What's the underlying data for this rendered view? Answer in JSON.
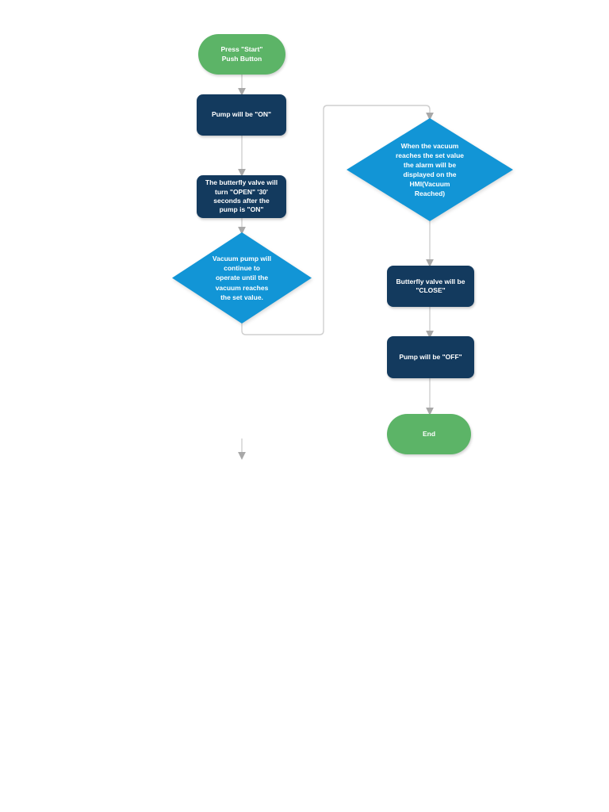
{
  "page": {
    "background": "#ffffff",
    "description": "Vacuum pump control flowchart"
  },
  "colors": {
    "terminator_green": "#5cb467",
    "process_navy": "#133a5e",
    "decision_blue": "#1295d6",
    "connector_gray": "#cfcfcf",
    "arrowhead_gray": "#a8a8a8",
    "node_text": "#ffffff"
  },
  "flowchart": {
    "nodes": {
      "start": {
        "type": "terminator",
        "label": "Press \"Start\"\nPush Button"
      },
      "pump_on": {
        "type": "process",
        "label": "Pump will be \"ON\""
      },
      "valve_open": {
        "type": "process",
        "label": "The butterfly valve will\nturn \"OPEN\" '30'\nseconds after the\npump is \"ON\""
      },
      "vacuum_check": {
        "type": "decision",
        "label": "Vacuum pump will\ncontinue to\noperate until the\nvacuum reaches\nthe set value."
      },
      "alarm_display": {
        "type": "decision",
        "label": "When the vacuum\nreaches the set value\nthe alarm will be\ndisplayed on the\nHMI(Vacuum\nReached)"
      },
      "valve_close": {
        "type": "process",
        "label": "Butterfly valve will be\n\"CLOSE\""
      },
      "pump_off": {
        "type": "process",
        "label": "Pump will be \"OFF\""
      },
      "end": {
        "type": "terminator",
        "label": "End"
      }
    },
    "edges": [
      {
        "from": "start",
        "to": "pump_on"
      },
      {
        "from": "pump_on",
        "to": "valve_open"
      },
      {
        "from": "valve_open",
        "to": "vacuum_check"
      },
      {
        "from": "vacuum_check",
        "to": "alarm_display"
      },
      {
        "from": "alarm_display",
        "to": "valve_close"
      },
      {
        "from": "valve_close",
        "to": "pump_off"
      },
      {
        "from": "pump_off",
        "to": "end"
      },
      {
        "from": "vacuum_check",
        "to": null,
        "type": "dangling-arrow"
      }
    ]
  }
}
